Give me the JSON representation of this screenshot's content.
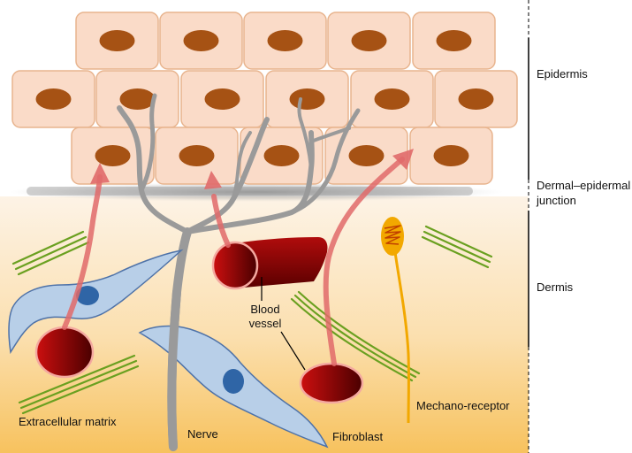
{
  "labels": {
    "epidermis": "Epidermis",
    "junction_line1": "Dermal–epidermal",
    "junction_line2": "junction",
    "dermis": "Dermis",
    "blood_vessel_line1": "Blood",
    "blood_vessel_line2": "vessel",
    "extracellular_matrix": "Extracellular matrix",
    "nerve": "Nerve",
    "fibroblast": "Fibroblast",
    "mechanoreceptor": "Mechano-receptor"
  },
  "colors": {
    "cell_fill": "#fadbc8",
    "cell_stroke": "#e8b48e",
    "nucleus": "#a65214",
    "dermis_top": "#fdf3e6",
    "dermis_bottom": "#f7c25e",
    "fibroblast_fill": "#b8cfe8",
    "fibroblast_stroke": "#4e72a8",
    "fibroblast_nucleus": "#2f65a6",
    "nerve": "#9a9a9a",
    "vessel_dark": "#7a0000",
    "vessel_bright": "#cc0f0f",
    "vessel_stroke": "#f4a9a0",
    "arrow": "#e06a6a",
    "matrix_fiber": "#6aa020",
    "mechanoreceptor": "#f2a800",
    "divider": "#000000"
  }
}
